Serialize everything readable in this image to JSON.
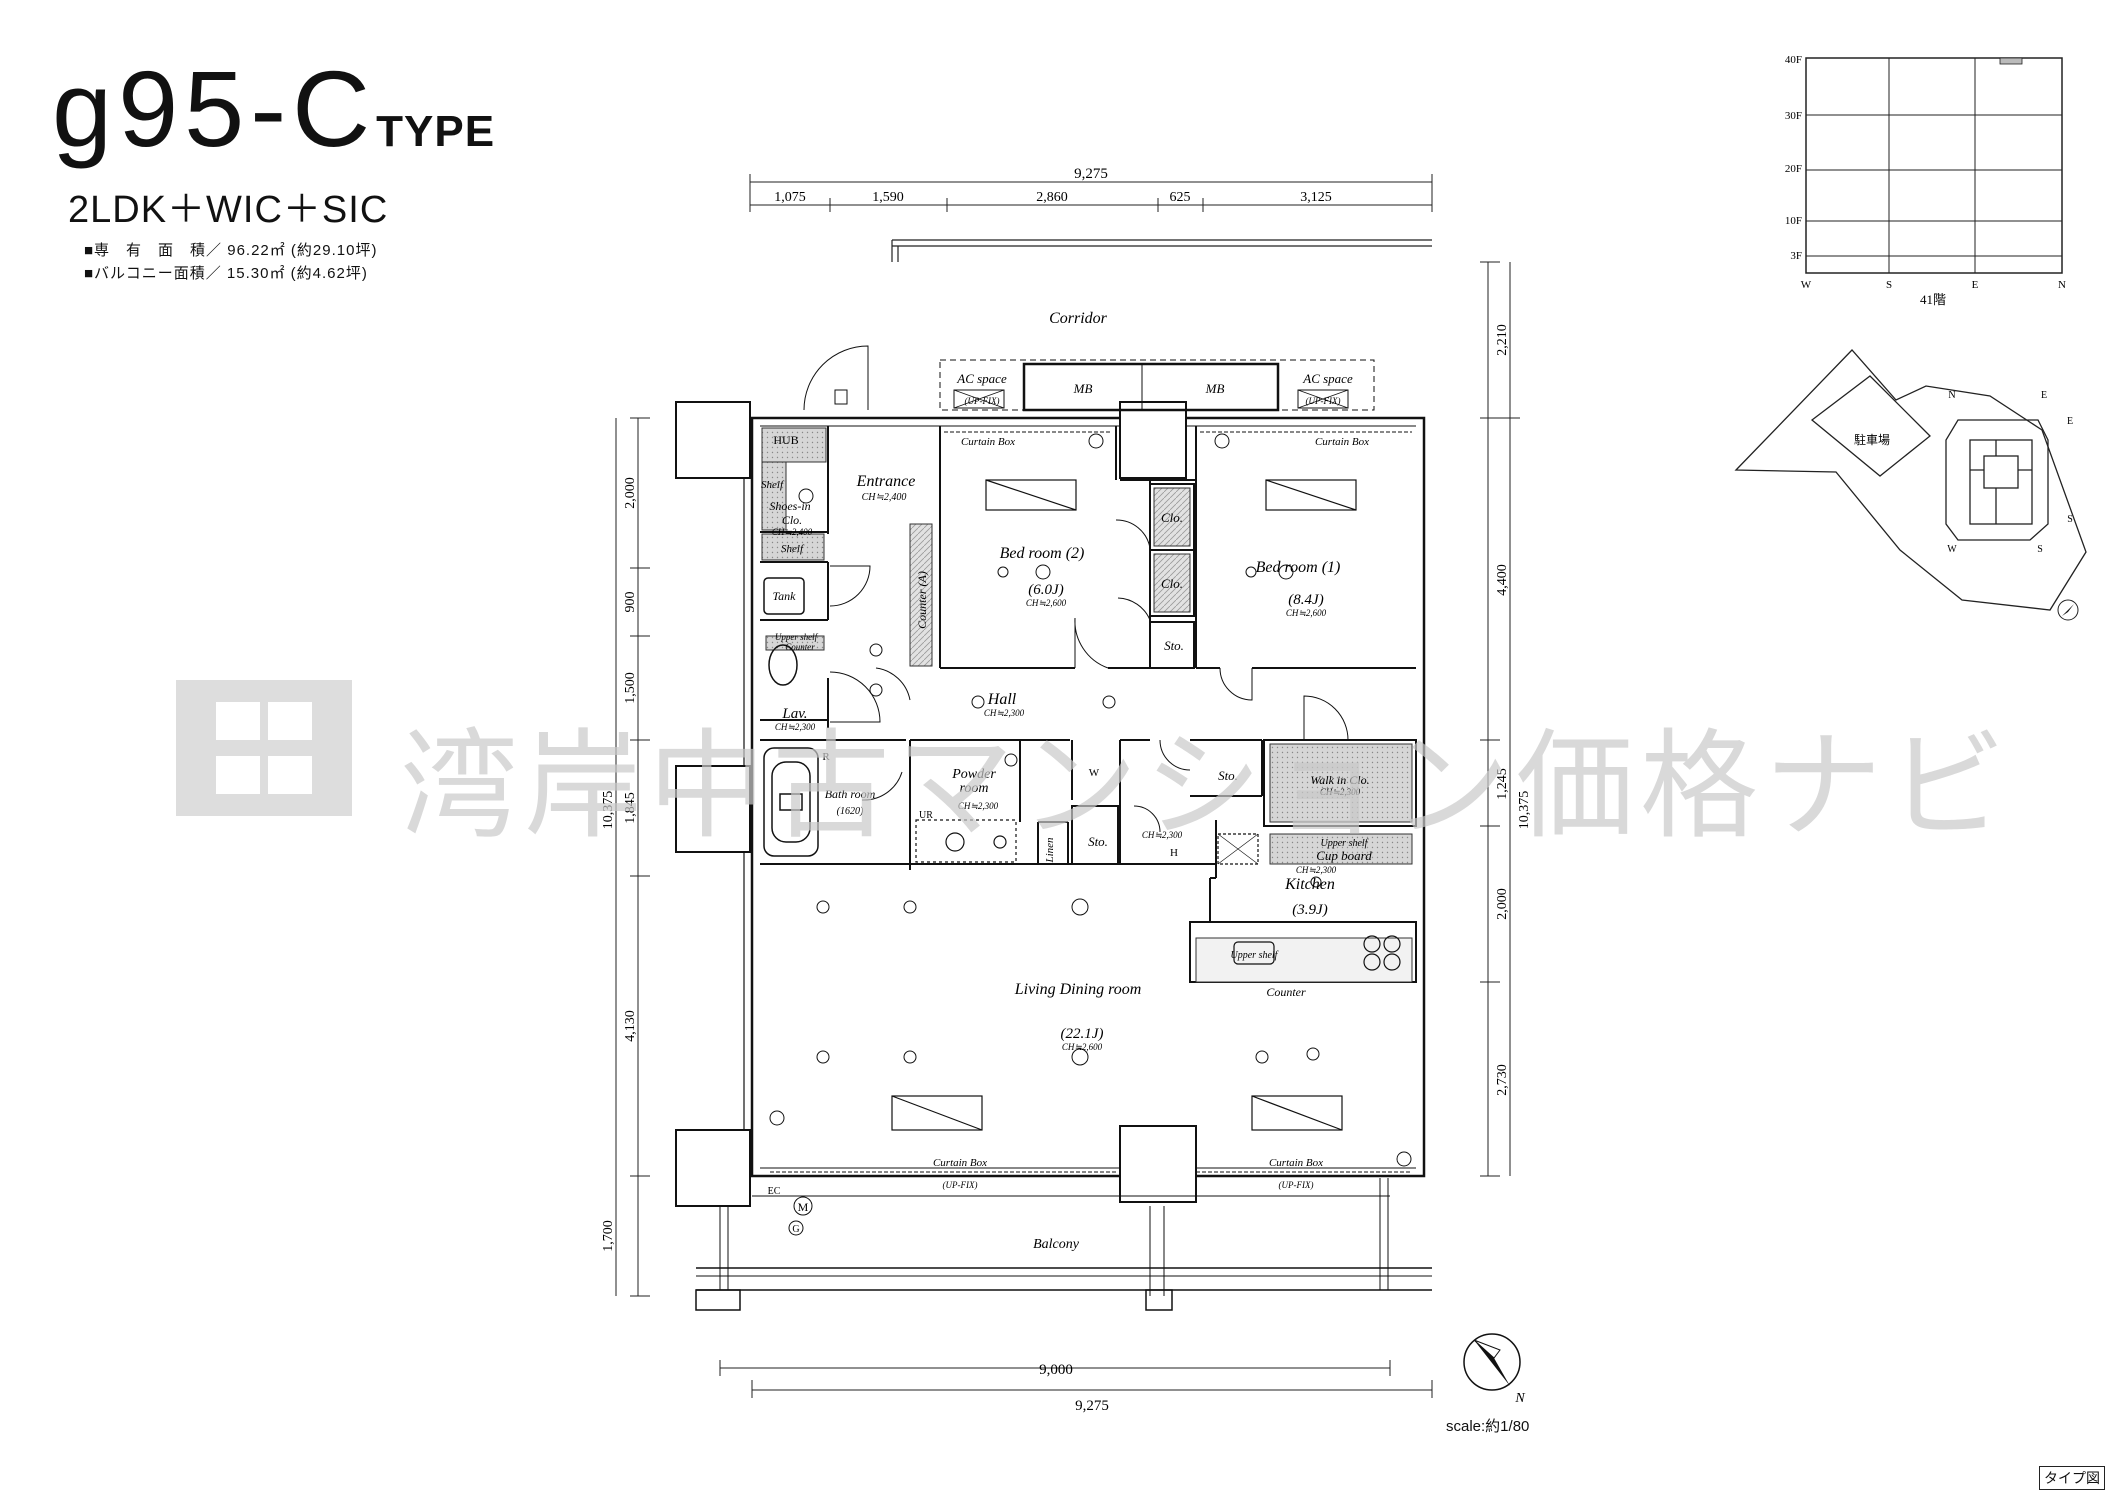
{
  "header": {
    "title": "g95-C",
    "title_suffix": "TYPE",
    "layout": "2LDK＋WIC＋SIC",
    "area_private": "■専　有　面　積／ 96.22㎡ (約29.10坪)",
    "area_balcony": "■バルコニー面積／ 15.30㎡ (約4.62坪)"
  },
  "dimensions": {
    "top_total": "9,275",
    "top_segments": [
      "1,075",
      "1,590",
      "2,860",
      "625",
      "3,125"
    ],
    "bottom_inner": "9,000",
    "bottom_total": "9,275",
    "left_segments": [
      "2,000",
      "900",
      "1,500",
      "1,845",
      "4,130",
      "1,700"
    ],
    "left_total": "10,375",
    "right_segments": [
      "2,210",
      "4,400",
      "1,245",
      "2,000",
      "2,730"
    ],
    "right_total": "10,375"
  },
  "rooms": {
    "corridor": "Corridor",
    "ac_space": "AC space",
    "up_fix": "(UP-FIX)",
    "mb": "MB",
    "curtain_box": "Curtain Box",
    "hub": "HUB",
    "entrance": "Entrance",
    "entrance_ch": "CH≒2,400",
    "shelf": "Shelf",
    "shoes_in": "Shoes-in",
    "clo": "Clo.",
    "shoes_ch": "CH≒2,400",
    "tank": "Tank",
    "upper_shelf": "Upper shelf",
    "counter": "Counter",
    "counter_a": "Counter (A)",
    "lav": "Lav.",
    "lav_ch": "CH≒2,300",
    "bed2": "Bed room (2)",
    "bed2_size": "(6.0J)",
    "bed2_ch": "CH≒2,600",
    "bed1": "Bed room (1)",
    "bed1_size": "(8.4J)",
    "bed1_ch": "CH≒2,600",
    "sto": "Sto.",
    "hall": "Hall",
    "hall_ch": "CH≒2,300",
    "bath": "Bath room",
    "bath_size": "(1620)",
    "powder": "Powder",
    "powder2": "room",
    "powder_ch": "CH≒2,300",
    "linen": "Linen",
    "w": "W",
    "ur": "UR",
    "r": "R",
    "walkin": "Walk in Clo.",
    "walkin_ch": "CH≒2,300",
    "cup_board": "Cup board",
    "kitchen": "Kitchen",
    "kitchen_size": "(3.9J)",
    "kitchen_ch": "CH≒2,300",
    "ch2300": "CH≒2,300",
    "ha": "H",
    "living": "Living Dining room",
    "living_size": "(22.1J)",
    "living_ch": "CH≒2,600",
    "balcony": "Balcony",
    "ec": "EC",
    "m": "M",
    "g": "G"
  },
  "key_plan": {
    "floors": [
      "40F",
      "30F",
      "20F",
      "10F",
      "3F"
    ],
    "directions": [
      "W",
      "S",
      "E",
      "N"
    ],
    "floor_label": "41階",
    "parking": "駐車場",
    "site_dirs": [
      "N",
      "E",
      "E",
      "S",
      "W",
      "S"
    ]
  },
  "scale": "scale:約1/80",
  "north": "N",
  "tag": "タイプ図",
  "watermark": "湾岸中古マンション価格ナビ",
  "colors": {
    "ink": "#111111",
    "shade": "#cccccc",
    "watermark": "#c9c9c9"
  }
}
